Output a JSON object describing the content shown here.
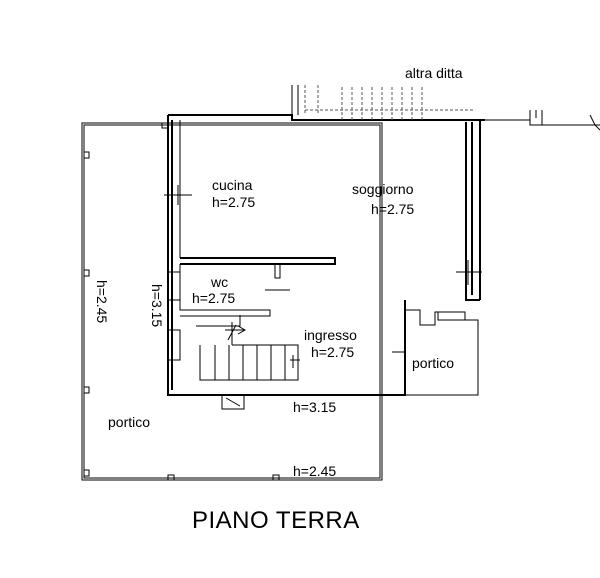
{
  "title": "PIANO TERRA",
  "rooms": {
    "cucina": {
      "name": "cucina",
      "height": "h=2.75"
    },
    "soggiorno": {
      "name": "soggiorno",
      "height": "h=2.75"
    },
    "wc": {
      "name": "wc",
      "height": "h=2.75"
    },
    "ingresso": {
      "name": "ingresso",
      "height": "h=2.75"
    },
    "portico_right": {
      "name": "portico"
    },
    "portico_left": {
      "name": "portico"
    }
  },
  "labels": {
    "altra_ditta": "altra ditta",
    "h_left_vertical": "h=2.45",
    "h_inner_vertical": "h=3.15",
    "h_bottom_mid": "h=3.15",
    "h_bottom": "h=2.45"
  }
}
